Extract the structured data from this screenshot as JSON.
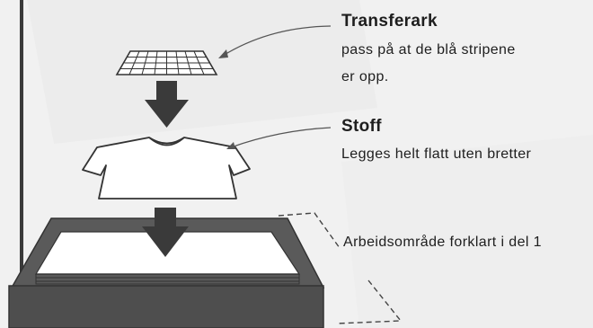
{
  "transfer": {
    "title": "Transferark",
    "line1": "pass på at de blå stripene",
    "line2": "er opp."
  },
  "fabric": {
    "title": "Stoff",
    "line1": "Legges helt flatt uten bretter"
  },
  "workspace": {
    "line1": "Arbeidsområde forklart i del 1"
  },
  "colors": {
    "background": "#f1f1f1",
    "arrow": "#3a3a3a",
    "press_frame": "#5a5a5a",
    "press_base": "#4e4e4e",
    "grid_line": "#333333"
  }
}
